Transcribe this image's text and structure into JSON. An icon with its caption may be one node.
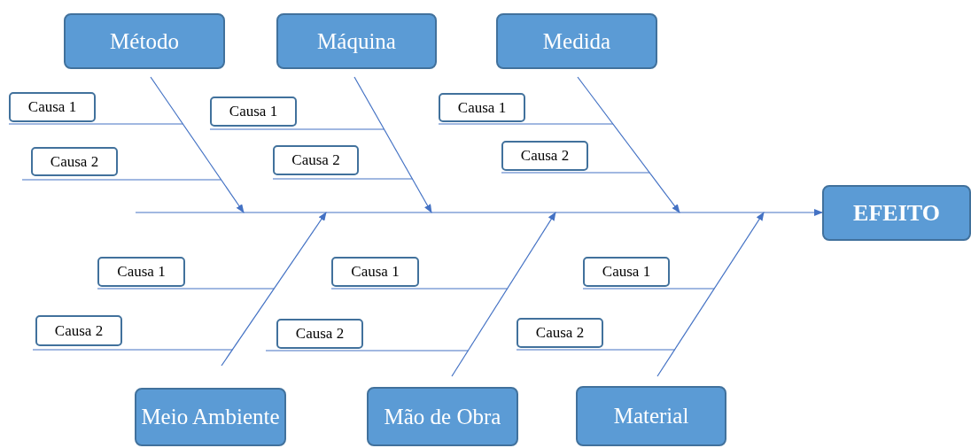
{
  "diagram": {
    "nodes": [
      {
        "text": [
          "Método"
        ]
      },
      {
        "text": [
          "Máquina"
        ]
      },
      {
        "text": [
          "Medida"
        ]
      },
      {
        "text": [
          "Causa 1"
        ]
      },
      {
        "text": [
          "Causa 2"
        ]
      },
      {
        "text": [
          "Causa 1"
        ]
      },
      {
        "text": [
          "Causa 2"
        ]
      },
      {
        "text": [
          "Causa 1"
        ]
      },
      {
        "text": [
          "Causa 2"
        ]
      },
      {
        "text": [
          "EFEITO"
        ]
      },
      {
        "text": [
          "Causa 1"
        ]
      },
      {
        "text": [
          "Causa 2"
        ]
      },
      {
        "text": [
          "Causa 1"
        ]
      },
      {
        "text": [
          "Causa 2"
        ]
      },
      {
        "text": [
          "Causa 1"
        ]
      },
      {
        "text": [
          "Causa 2"
        ]
      },
      {
        "text": [
          "Meio Ambiente"
        ]
      },
      {
        "text": [
          "Mão de Obra"
        ]
      },
      {
        "text": [
          "Material"
        ]
      }
    ],
    "edges": [
      {
        "from": null,
        "to": 9,
        "arrow": "to"
      },
      {
        "from": 0,
        "to": null,
        "arrow": "to"
      },
      {
        "from": 1,
        "to": null,
        "arrow": "to"
      },
      {
        "from": 2,
        "to": null,
        "arrow": "to"
      },
      {
        "from": 16,
        "to": null,
        "arrow": "to"
      },
      {
        "from": 17,
        "to": null,
        "arrow": "to"
      },
      {
        "from": 18,
        "to": null,
        "arrow": "to"
      },
      {
        "from": 3,
        "to": null,
        "arrow": "none"
      },
      {
        "from": 4,
        "to": null,
        "arrow": "none"
      },
      {
        "from": 5,
        "to": null,
        "arrow": "none"
      },
      {
        "from": 6,
        "to": null,
        "arrow": "none"
      },
      {
        "from": 7,
        "to": null,
        "arrow": "none"
      },
      {
        "from": 8,
        "to": null,
        "arrow": "none"
      },
      {
        "from": 10,
        "to": null,
        "arrow": "none"
      },
      {
        "from": 11,
        "to": null,
        "arrow": "none"
      },
      {
        "from": 12,
        "to": null,
        "arrow": "none"
      },
      {
        "from": 13,
        "to": null,
        "arrow": "none"
      },
      {
        "from": 14,
        "to": null,
        "arrow": "none"
      },
      {
        "from": 15,
        "to": null,
        "arrow": "none"
      }
    ]
  }
}
